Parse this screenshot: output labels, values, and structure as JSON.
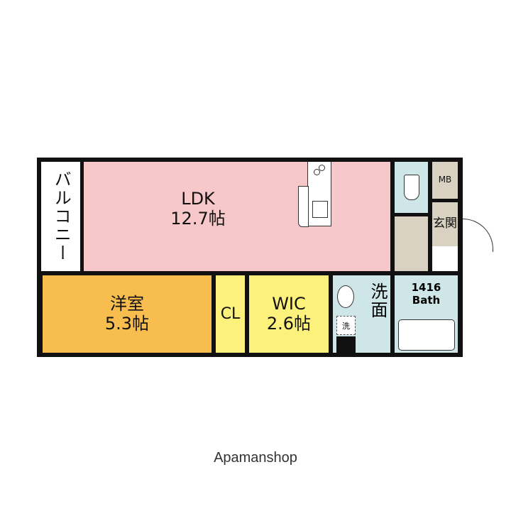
{
  "rooms": {
    "balcony": {
      "label": "バルコニー"
    },
    "ldk": {
      "label": "LDK",
      "size": "12.7帖"
    },
    "western": {
      "label": "洋室",
      "size": "5.3帖"
    },
    "closet": {
      "label": "CL"
    },
    "wic": {
      "label": "WIC",
      "size": "2.6帖"
    },
    "washroom": {
      "label": "洗面",
      "washer": "洗"
    },
    "bath": {
      "label": "1416",
      "sub": "Bath"
    },
    "mb": {
      "label": "MB"
    },
    "entrance": {
      "label": "玄関"
    }
  },
  "colors": {
    "ldk": "#f7c8ca",
    "western": "#f8bd4f",
    "closet": "#fbf17c",
    "wet": "#cfe6e8",
    "entry": "#d9d2c3"
  },
  "brand": "Apamanshop"
}
